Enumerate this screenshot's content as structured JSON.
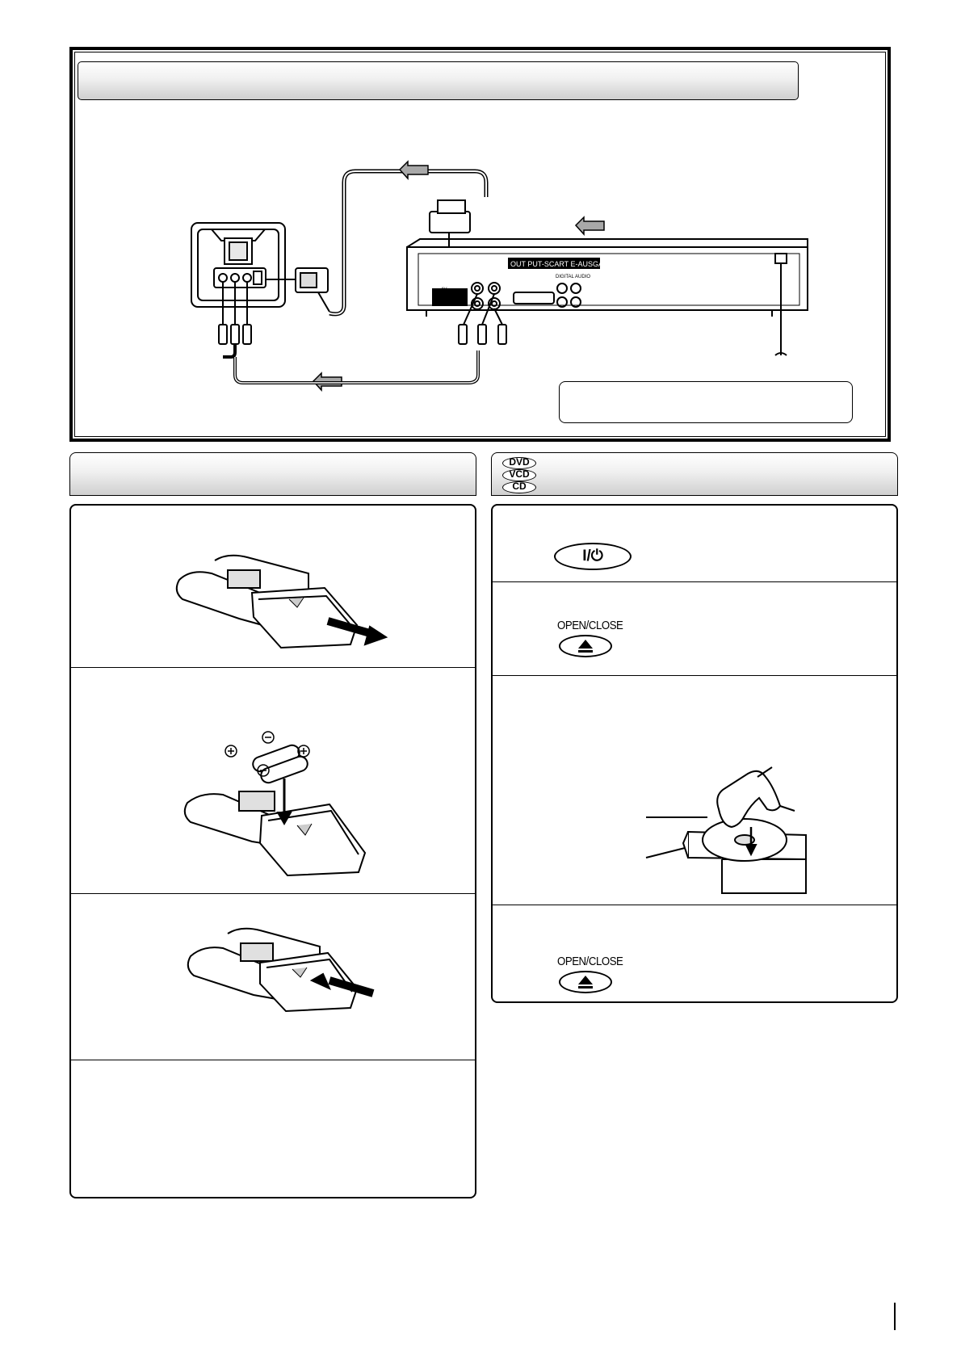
{
  "connection": {
    "rear_panel_label": "OUT PUT-SCART E-AUSGANG",
    "scart_label": "AV",
    "audio_label": "DIGITAL AUDIO"
  },
  "disc_formats": [
    "DVD",
    "VCD",
    "CD"
  ],
  "buttons": {
    "power_symbol": "I/⏻",
    "open_close_label": "OPEN/CLOSE"
  },
  "colors": {
    "arrow_fill": "#a8a8a8",
    "frame": "#000000",
    "header_gradient_light": "#ffffff",
    "header_gradient_dark": "#cfcfcf"
  },
  "icons": [
    "power-button-icon",
    "eject-icon",
    "battery-plus-icon",
    "battery-minus-icon",
    "direction-arrow-icon"
  ]
}
